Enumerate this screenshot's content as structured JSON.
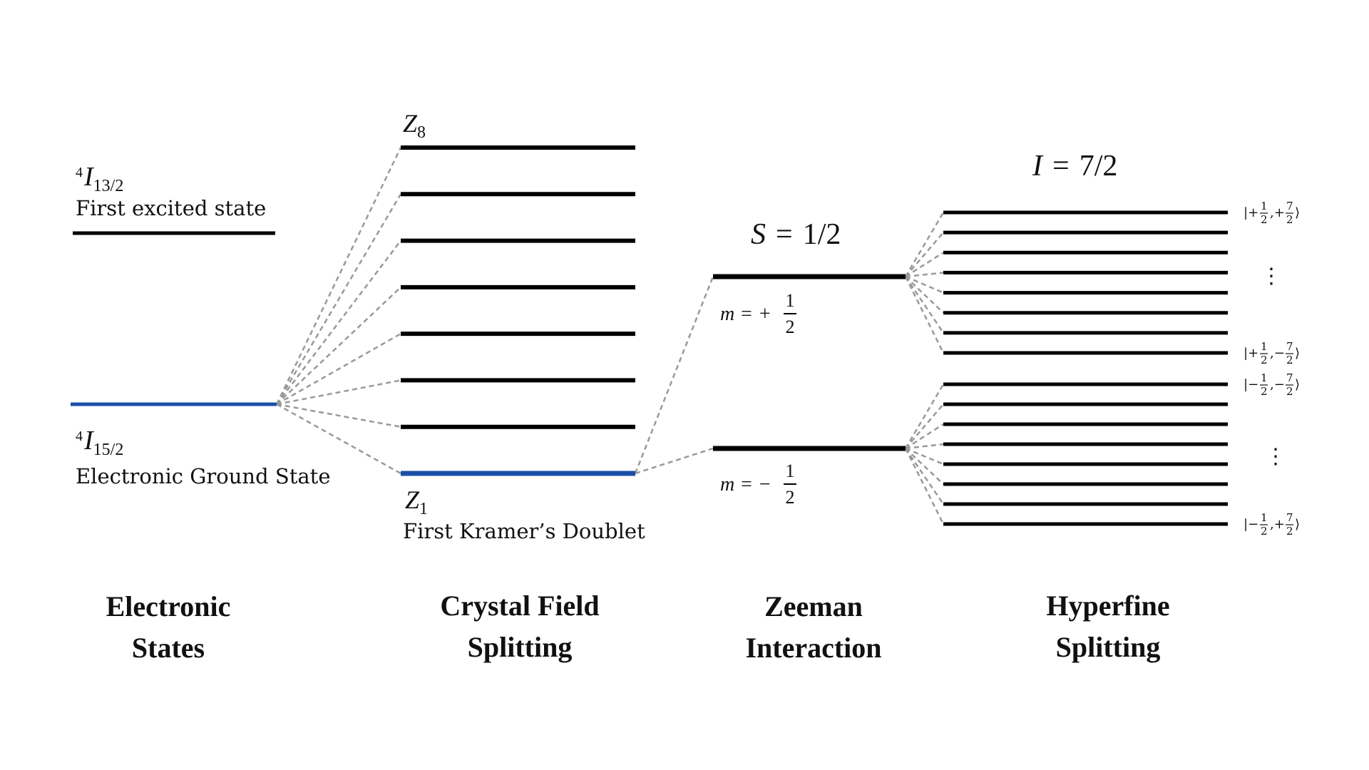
{
  "colors": {
    "line": "#000000",
    "highlight": "#1a4fa8",
    "connector": "#999999",
    "text": "#111111"
  },
  "electronic": {
    "excited_term": {
      "sup": "4",
      "base": "I",
      "sub": "13/2"
    },
    "excited_label": "First excited state",
    "ground_term": {
      "sup": "4",
      "base": "I",
      "sub": "15/2"
    },
    "ground_label": "Electronic Ground State"
  },
  "crystal": {
    "top_label": {
      "base": "Z",
      "sub": "8"
    },
    "bottom_label": {
      "base": "Z",
      "sub": "1"
    },
    "bottom_caption": "First Kramer’s Doublet",
    "level_count": 8
  },
  "zeeman": {
    "spin": {
      "lhs": "S",
      "eq": "=",
      "rhs": "1/2"
    },
    "upper": {
      "prefix": "m = +",
      "num": "1",
      "den": "2"
    },
    "lower": {
      "prefix": "m = −",
      "num": "1",
      "den": "2"
    }
  },
  "hyperfine": {
    "spin": {
      "lhs": "I",
      "eq": "=",
      "rhs": "7/2"
    },
    "upper_group_count": 8,
    "lower_group_count": 8,
    "kets": {
      "k1": {
        "open": "|+",
        "n1": "1",
        "d1": "2",
        "mid": ",+",
        "n2": "7",
        "d2": "2",
        "close": "⟩"
      },
      "k2": {
        "open": "|+",
        "n1": "1",
        "d1": "2",
        "mid": ",−",
        "n2": "7",
        "d2": "2",
        "close": "⟩"
      },
      "k3": {
        "open": "|−",
        "n1": "1",
        "d1": "2",
        "mid": ",−",
        "n2": "7",
        "d2": "2",
        "close": "⟩"
      },
      "k4": {
        "open": "|−",
        "n1": "1",
        "d1": "2",
        "mid": ",+",
        "n2": "7",
        "d2": "2",
        "close": "⟩"
      }
    },
    "ellipsis": "⋮"
  },
  "headers": {
    "electronic": [
      "Electronic",
      "States"
    ],
    "crystal": [
      "Crystal Field",
      "Splitting"
    ],
    "zeeman": [
      "Zeeman",
      "Interaction"
    ],
    "hyperfine": [
      "Hyperfine",
      "Splitting"
    ]
  }
}
